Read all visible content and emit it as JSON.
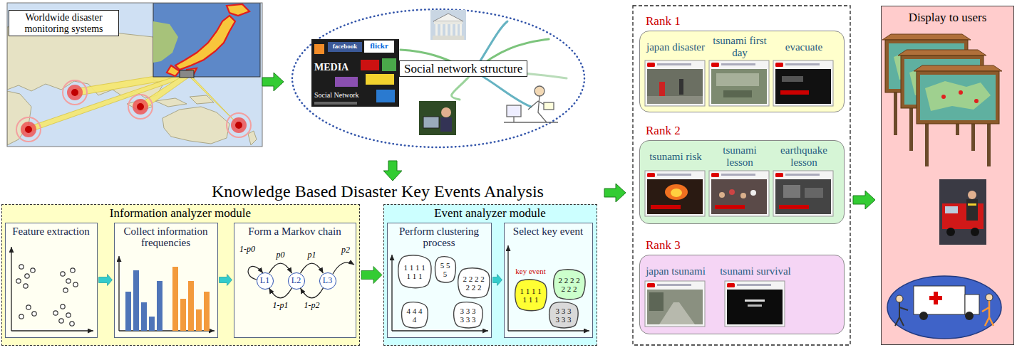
{
  "diagram": {
    "nodes": [
      {
        "text": [
          "Worldwide disaster monitoring systems"
        ]
      },
      {
        "text": [
          "Social network structure"
        ]
      },
      {
        "text": [
          "Information analyzer module"
        ]
      },
      {
        "text": [
          "Feature extraction"
        ],
        "in": 2
      },
      {
        "text": [
          "Collect information frequencies"
        ],
        "in": 2
      },
      {
        "text": [
          "Form a Markov chain"
        ],
        "in": 2
      },
      {
        "text": [
          "L1"
        ],
        "in": 5
      },
      {
        "text": [
          "L2"
        ],
        "in": 5
      },
      {
        "text": [
          "L3"
        ],
        "in": 5
      },
      {
        "text": [
          "Event analyzer module"
        ]
      },
      {
        "text": [
          "Perform clustering process"
        ],
        "in": 9
      },
      {
        "text": [
          "1 1 1 1 1 1 1"
        ],
        "in": 10
      },
      {
        "text": [
          "5 5 5"
        ],
        "in": 10
      },
      {
        "text": [
          "2 2 2 2 2 2 2"
        ],
        "in": 10
      },
      {
        "text": [
          "4 4 4 4"
        ],
        "in": 10
      },
      {
        "text": [
          "3 3 3 3 3 3"
        ],
        "in": 10
      },
      {
        "text": [
          "Select key event"
        ],
        "in": 9
      },
      {
        "text": [
          "key event",
          "1 1 1 1 1 1 1"
        ],
        "in": 16
      },
      {
        "text": [
          "2 2 2 2 2 2 2"
        ],
        "in": 16
      },
      {
        "text": [
          "3 3 3 3 3 3"
        ],
        "in": 16
      },
      {
        "text": [
          "Rank 1",
          "japan disaster",
          "tsunami first day",
          "evacuate"
        ]
      },
      {
        "text": [
          "Rank 2",
          "tsunami risk",
          "tsunami lesson",
          "earthquake lesson"
        ]
      },
      {
        "text": [
          "Rank 3",
          "japan tsunami",
          "tsunami survival"
        ]
      },
      {
        "text": [
          "Display to users"
        ]
      }
    ],
    "edges": [
      {
        "from": 3,
        "to": 4,
        "arrow": "to"
      },
      {
        "from": 4,
        "to": 5,
        "arrow": "to"
      },
      {
        "from": 6,
        "to": 7,
        "label": "p0",
        "arrow": "to"
      },
      {
        "from": 7,
        "to": 8,
        "label": "p1",
        "arrow": "to"
      },
      {
        "from": 7,
        "to": 6,
        "label": "1-p1",
        "arrow": "to"
      },
      {
        "from": 8,
        "to": 7,
        "label": "1-p2",
        "arrow": "to"
      },
      {
        "from": 2,
        "to": 9,
        "arrow": "to"
      },
      {
        "from": 10,
        "to": 16,
        "arrow": "to"
      }
    ],
    "labels": [
      "Knowledge Based Disaster Key Events Analysis",
      "1-p0",
      "p2",
      "facebook",
      "flickr",
      "MEDIA",
      "Social Network"
    ]
  }
}
